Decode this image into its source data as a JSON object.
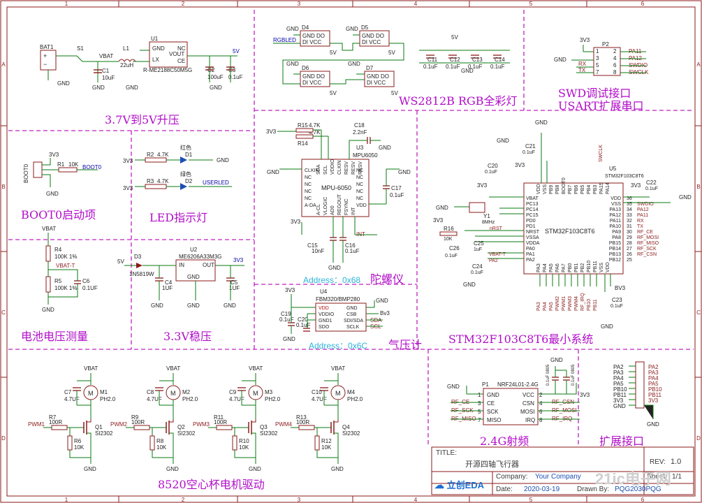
{
  "sections": {
    "boost": "3.7V到5V升压",
    "rgb": "WS2812B RGB全彩灯",
    "swd_line1": "SWD调试接口",
    "swd_line2": "USART扩展串口",
    "boot": "BOOT0启动项",
    "led": "LED指示灯",
    "gyro": "陀螺仪",
    "mcu": "STM32F103C8T6最小系统",
    "vbat": "电池电压测量",
    "ldo": "3.3V稳压",
    "baro": "气压计",
    "motor": "8520空心杯电机驱动",
    "rf": "2.4G射频",
    "ext": "扩展接口"
  },
  "addresses": {
    "gyro": "Address：0x68",
    "baro": "Address：0x6C"
  },
  "ruler": {
    "cols": [
      "1",
      "2",
      "3",
      "4",
      "5",
      "6"
    ],
    "rows": [
      "A",
      "B",
      "C",
      "D"
    ]
  },
  "title_block": {
    "title_label": "TITLE:",
    "title_value": "开源四轴飞行器",
    "rev_label": "REV:",
    "rev_value": "1.0",
    "company_label": "Company:",
    "company_value": "Your Company",
    "sheet_label": "Sheet:",
    "sheet_value": "1/1",
    "date_label": "Date:",
    "date_value": "2020-03-19",
    "drawn_label": "Drawn By:",
    "drawn_value": "PQG2030PQG",
    "logo_text": "立创EDA"
  },
  "watermark": "21ic电子网",
  "colors": {
    "frame": "#8b1a1a",
    "divider": "#c020c0",
    "wire": "#0a7a12",
    "part": "#8b1a1a",
    "label": "#b10dc9",
    "address": "#2bb3d8",
    "net": "#0000aa"
  },
  "labels": {
    "boost": {
      "bat1": "BAT1",
      "s1": "S1",
      "vbat": "VBAT",
      "l1": "L1",
      "l1v": "22uH",
      "u1": "U1",
      "u1p": "R-ME2188C50M5G",
      "c1": "C1",
      "c1v": "10uF",
      "c2": "C2",
      "c2v": "100uF",
      "c3": "C3",
      "c3v": "0.1uF",
      "out": "5V",
      "gnd": "GND",
      "pin_gnd": "GND",
      "pin_nc": "NC",
      "pin_lx": "LX",
      "pin_vout": "VOUT",
      "pin_ce": "CE"
    },
    "rgb": {
      "net": "RGBLED",
      "d4": "D4",
      "d5": "D5",
      "d6": "D6",
      "d7": "D7",
      "pin1": "GND DO",
      "pin2": "DI   VCC",
      "v5": "5V",
      "caps": [
        "C11",
        "C12",
        "C13",
        "C14"
      ],
      "capv": "0.1uF",
      "gnd": "GND"
    },
    "swd": {
      "p2": "P2",
      "v33": "3V3",
      "gnd": "GND",
      "rx": "RX",
      "tx": "TX",
      "pa11": "PA11",
      "pa12": "PA12",
      "swdio": "SWDIO",
      "swclk": "SWCLK",
      "pins_l": [
        "1",
        "3",
        "5",
        "7"
      ],
      "pins_r": [
        "2",
        "4",
        "6",
        "8"
      ]
    },
    "boot": {
      "v33": "3V3",
      "r1": "R1",
      "r1v": "10K",
      "net": "BOOT0",
      "hdr": "BOOT0",
      "gnd": "GND"
    },
    "led": {
      "v33": "3V3",
      "r2": "R2",
      "r2v": "4.7K",
      "r3": "R3",
      "r3v": "4.7K",
      "d1": "D1",
      "d1c": "红色",
      "d2": "D2",
      "d2c": "绿色",
      "gnd": "GND",
      "userled": "USERLED"
    },
    "vbatm": {
      "vbat": "VBAT",
      "r4": "R4",
      "r4v": "100K 1%",
      "r5": "R5",
      "r5v": "100K 1%",
      "net": "VBAT-T",
      "c6": "C6",
      "c6v": "0.1UF",
      "gnd": "GND"
    },
    "ldo": {
      "in": "5V",
      "d3": "D3",
      "d3p": "1N5819W",
      "u2": "U2",
      "u2p": "ME6206A33M3G",
      "pin_in": "IN",
      "pin_out": "OUT",
      "pin_gnd": "GND",
      "c4": "C4",
      "c4v": "1UF",
      "c5": "C5",
      "c5v": "1UF",
      "out": "3V3",
      "gnd": "GND"
    },
    "gyro": {
      "v33": "3V3",
      "r15": "R15",
      "r15v": "4.7K",
      "r14": "R14",
      "r14v": "4.7K",
      "c18": "C18",
      "c18v": "2.2nF",
      "u3": "U3",
      "u3p": "MPU6050",
      "chip": "MPU-6050",
      "c17": "C17",
      "c17v": "0.1uF",
      "c15": "C15",
      "c15v": "10nF",
      "c16": "C16",
      "c16v": "0.1uF",
      "int": "INT",
      "gnd": "GND",
      "left_pins": [
        "CLKIN",
        "NC",
        "NC",
        "NC",
        "NC",
        "A-DA"
      ],
      "right_pins": [
        "NC",
        "NC",
        "NC",
        "NC",
        "NC",
        "VDD"
      ],
      "top_pins": [
        "SDA",
        "SCL",
        "VDDIO",
        "CLKIN",
        "RESV",
        "RESV",
        "RESV"
      ],
      "bot_pins": [
        "A-CL",
        "VLOGIC",
        "AD0",
        "REGOUT",
        "FSYNC",
        "INT"
      ]
    },
    "baro": {
      "v33": "3V3",
      "u4": "U4",
      "u4p": "FBM320/BMP280",
      "c19": "C19",
      "c19v": "0.1uF",
      "c20": "C20",
      "c20v": "0.1uF",
      "lp": [
        "VDD",
        "VDDIO",
        "GND1",
        "SDO"
      ],
      "rp": [
        "GND",
        "CSB",
        "SDI/SDA",
        "SCLK"
      ],
      "sda": "SDA",
      "scl": "SCL",
      "gnd": "GND",
      "bv3": "Bv3"
    },
    "mcu": {
      "u5": "U5",
      "u5p": "STM32F103C8T6",
      "chip": "STM32F103C8T6",
      "y1": "Y1",
      "y1v": "8MHz",
      "r16": "R16",
      "r16v": "10K",
      "c21": "C21",
      "c21v": "0.1uF",
      "c20": "C20",
      "c20v": "0.1uF",
      "c22": "C22",
      "c22v": "0.1uF",
      "c23": "C23",
      "c23v": "0.1uF",
      "c24": "C24",
      "c24v": "0.1uF",
      "c25": "C25",
      "c25v": "1uF",
      "c26": "C26",
      "c26v": "0.1uF",
      "v33": "3V3",
      "bv3": "BV3",
      "gnd": "GND",
      "nrst": "nRST",
      "vbatt": "VBAT-T",
      "pa2": "PA2",
      "swclk": "SWCLK",
      "left_pins": [
        "VBAT",
        "PC13",
        "PC14",
        "PC15",
        "PD0",
        "PD1",
        "NRST",
        "VSSA",
        "VDDA",
        "PA0",
        "PA1",
        "PA2"
      ],
      "right_pins": [
        "VDD",
        "VSS",
        "PA13",
        "PA12",
        "PA11",
        "PA10",
        "PA9",
        "PA8",
        "PB15",
        "PB14",
        "PB13",
        "PB12"
      ],
      "right_nums": [
        "36",
        "35",
        "34",
        "33",
        "32",
        "31",
        "30",
        "29",
        "28",
        "27",
        "26",
        "25"
      ],
      "right_nets": [
        "3V3",
        "",
        "SWDIO",
        "PA12",
        "PA11",
        "RX",
        "TX",
        "RF_CE",
        "RF_MOSI",
        "RF_MISO",
        "RF_SCK",
        "RF_CSN"
      ],
      "top_pins": [
        "VDD",
        "VSS",
        "PB9",
        "PB8",
        "BOOT0",
        "PB7",
        "PB6",
        "PB5",
        "PB4",
        "PB3",
        "PA15",
        "PA14"
      ],
      "bot_pins": [
        "PA3",
        "PA4",
        "PA5",
        "PA6",
        "PA7",
        "PB0",
        "PB1",
        "PB2",
        "PB10",
        "PB11",
        "VSS",
        "VDD"
      ]
    },
    "motor": {
      "vbat": "VBAT",
      "gnd": "GND",
      "caps": [
        "C7",
        "C8",
        "C9",
        "C10"
      ],
      "capv": "4.7UF",
      "motors": [
        "M1",
        "M2",
        "M3",
        "M4"
      ],
      "mtype": "PH2.0",
      "rg": [
        "R7",
        "R9",
        "R11",
        "R13"
      ],
      "rgv": "100R",
      "rd": [
        "R6",
        "R8",
        "R10",
        "R12"
      ],
      "rdv": "10K",
      "q": [
        "Q1",
        "Q2",
        "Q3",
        "Q4"
      ],
      "qp": "SI2302",
      "pwm": [
        "PWM1",
        "PWM2",
        "PWM3",
        "PWM4"
      ],
      "m": "M"
    },
    "rf": {
      "p1": "P1",
      "p1p": "NRF24L01-2.4G",
      "lp": [
        "GND",
        "CE",
        "SCK",
        "MISO"
      ],
      "rp": [
        "VCC",
        "CSN",
        "MOSI",
        "IRQ"
      ],
      "ln": [
        "1",
        "3",
        "5",
        "7"
      ],
      "rn": [
        "2",
        "4",
        "6",
        "8"
      ],
      "nets_l": [
        "",
        "RF_CE",
        "RF_SCK",
        "RF_MISO"
      ],
      "nets_r": [
        "",
        "RF_CSN",
        "RF_MOSI",
        "RF_IRQ"
      ],
      "v33": "3V3",
      "gnd": "GND",
      "c1": "0.1uF 0805",
      "c2": "0.1uF 0805"
    },
    "ext": {
      "pins": [
        "PA2",
        "PA3",
        "PA4",
        "PA5",
        "PB10",
        "PB11",
        "3V3",
        "GND"
      ],
      "gnd": "GND"
    }
  }
}
